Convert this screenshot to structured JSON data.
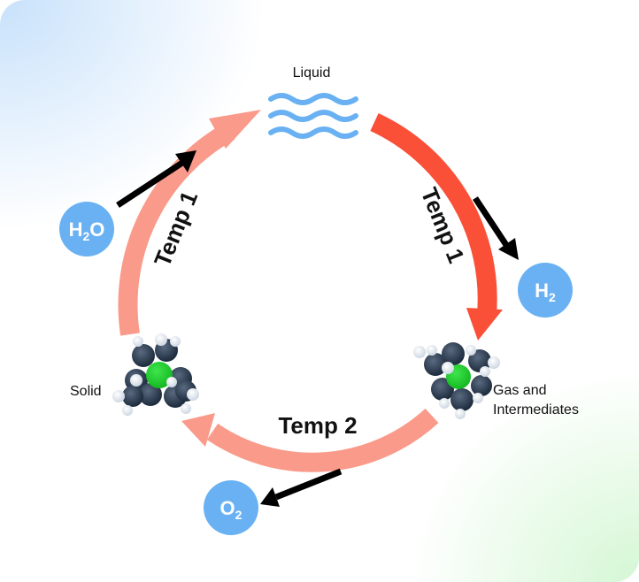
{
  "states": {
    "liquid": "Liquid",
    "solid": "Solid",
    "gas_line1": "Gas and",
    "gas_line2": "Intermediates"
  },
  "temps": {
    "left": "Temp 1",
    "right": "Temp 1",
    "bottom": "Temp 2"
  },
  "molecules": {
    "h2o": {
      "main": "H",
      "sub": "2",
      "tail": "O"
    },
    "h2": {
      "main": "H",
      "sub": "2"
    },
    "o2": {
      "main": "O",
      "sub": "2"
    }
  },
  "colors": {
    "arc_light": "#fa9a8a",
    "arc_dark": "#fa5038",
    "molecule_circle": "#69b1f2",
    "black_arrow": "#000000",
    "water_waves": "#69b1f2",
    "green_atom": "#1fd12c"
  },
  "icons": {
    "liquid": "water-waves-icon",
    "solid": "molecule-cluster-icon",
    "gas": "molecule-cluster-icon"
  }
}
